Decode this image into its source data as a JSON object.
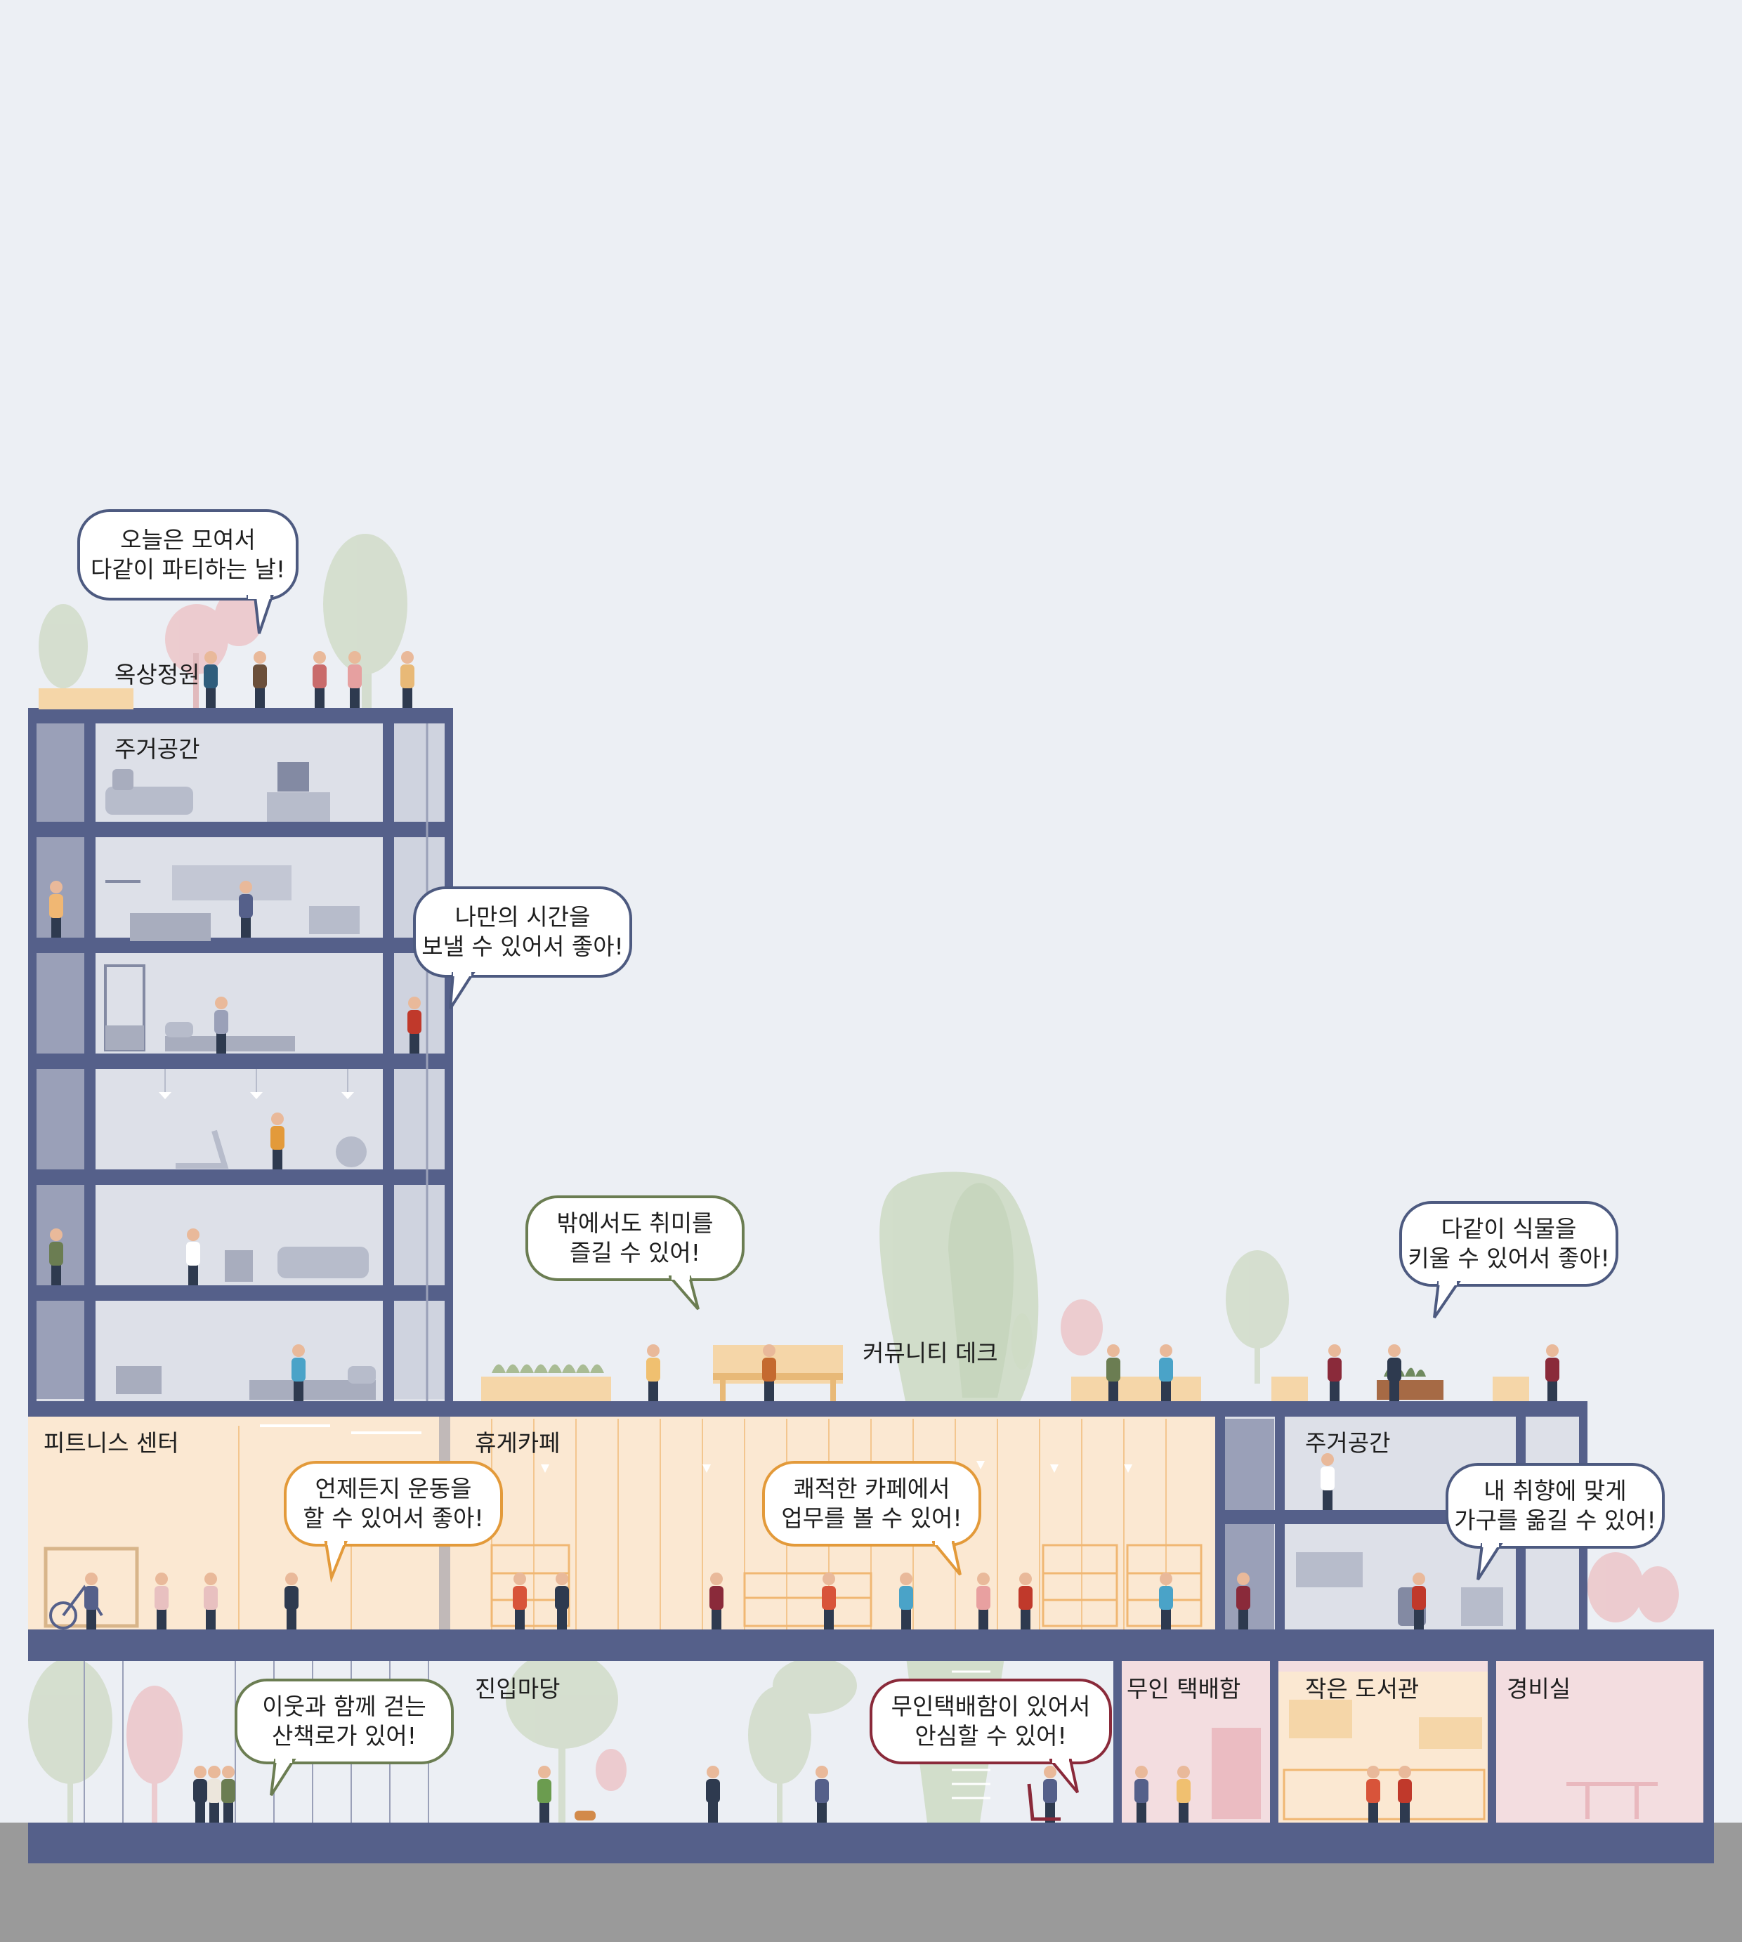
{
  "colors": {
    "sky": "#eceff4",
    "ground": "#9a9a9a",
    "structure": "#55608a",
    "room_interior": "#dde0e8",
    "core_fill": "#9aa0b8",
    "amenity_interior": "#fbe8d2",
    "amenity_line": "#f3c68f",
    "pink_room": "#f3dde0",
    "tree_green": "#cfdcc6",
    "tree_pink": "#ebc3c6",
    "planter": "#f5d6a8",
    "bubble_blue": "#4d5a80",
    "bubble_green": "#6b7d52",
    "bubble_orange": "#e39a3a",
    "bubble_red": "#8a2a3a"
  },
  "labels": {
    "rooftop": "옥상정원",
    "residential_upper": "주거공간",
    "fitness": "피트니스 센터",
    "cafe": "휴게카페",
    "community_deck": "커뮤니티 데크",
    "residential_right": "주거공간",
    "entrance_yard": "진입마당",
    "parcel_locker": "무인 택배함",
    "small_library": "작은 도서관",
    "security_office": "경비실"
  },
  "bubbles": {
    "party": [
      "오늘은 모여서",
      "다같이 파티하는 날!"
    ],
    "own_time": [
      "나만의 시간을",
      "보낼 수 있어서 좋아!"
    ],
    "hobby": [
      "밖에서도 취미를",
      "즐길 수 있어!"
    ],
    "plants": [
      "다같이 식물을",
      "키울 수 있어서 좋아!"
    ],
    "exercise": [
      "언제든지 운동을",
      "할 수 있어서 좋아!"
    ],
    "cafe_work": [
      "쾌적한 카페에서",
      "업무를 볼 수 있어!"
    ],
    "furniture": [
      "내 취향에 맞게",
      "가구를 옮길 수 있어!"
    ],
    "walkway": [
      "이웃과 함께 걷는",
      "산책로가 있어!"
    ],
    "delivery": [
      "무인택배함이 있어서",
      "안심할 수 있어!"
    ]
  },
  "icons": {
    "trees": "tree-icon",
    "people": "person-icon",
    "bench": "bench-icon",
    "planter": "planter-icon",
    "bookshelf": "bookshelf-icon",
    "sofa": "sofa-icon",
    "lamp": "pendant-lamp-icon",
    "bike": "exercise-bike-icon",
    "treadmill": "treadmill-icon",
    "scooter": "scooter-icon",
    "table": "table-icon",
    "tv": "tv-icon",
    "kitchen": "kitchen-icon",
    "dog": "dog-icon",
    "stairs": "stairs-icon"
  }
}
